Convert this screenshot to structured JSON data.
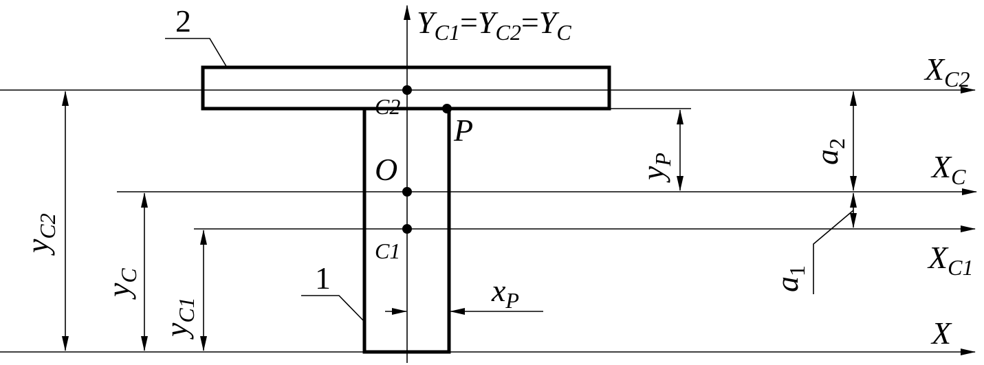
{
  "labels": {
    "y_axis_title": "Y_C1 = Y_C2 = Y_C",
    "part_2": "2",
    "part_1": "1",
    "x_c2": "X_C2",
    "x_c": "X_C",
    "x_c1": "X_C1",
    "x": "X",
    "c2": "C2",
    "c1": "C1",
    "o": "O",
    "p": "P",
    "a2": "a_2",
    "a1": "a_1",
    "y_p": "y_P",
    "x_p": "x_P",
    "y_c2": "y_C2",
    "y_c": "y_C",
    "y_c1": "y_C1"
  },
  "text": {
    "Y": "Y",
    "C1": "C1",
    "C2": "C2",
    "C": "C",
    "eq": "=",
    "X": "X",
    "two": "2",
    "one": "1",
    "O": "O",
    "P": "P",
    "a": "a",
    "y": "y",
    "x": "x"
  },
  "colors": {
    "ink": "#000000",
    "background": "#ffffff"
  }
}
